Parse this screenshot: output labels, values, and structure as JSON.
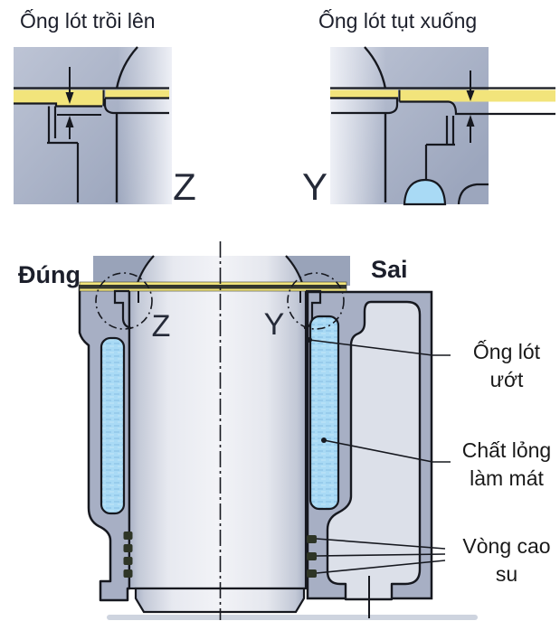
{
  "figure": {
    "top_left_view": {
      "title": "Ống lót trồi lên",
      "marker": "Z"
    },
    "top_right_view": {
      "title": "Ống lót tụt xuống",
      "marker": "Y"
    },
    "main_view": {
      "correct_label": "Đúng",
      "wrong_label": "Sai",
      "detail_marker_left": "Z",
      "detail_marker_right": "Y",
      "labels": {
        "wet_liner": {
          "line1": "Ống lót",
          "line2": "ướt"
        },
        "coolant": {
          "line1": "Chất lỏng",
          "line2": "làm mát"
        },
        "rubber_rings": {
          "line1": "Vòng cao",
          "line2": "su"
        }
      }
    },
    "colors": {
      "correct_green": "#53b14a",
      "wrong_pink": "#ee4d87",
      "gasket_yellow": "#f2e47b",
      "coolant_blue": "#a9daf5",
      "block_gray": "#a7afc4",
      "head_gray": "#99a3b9",
      "liner_light": "#f2f3f7",
      "line_dark": "#16181f"
    }
  }
}
